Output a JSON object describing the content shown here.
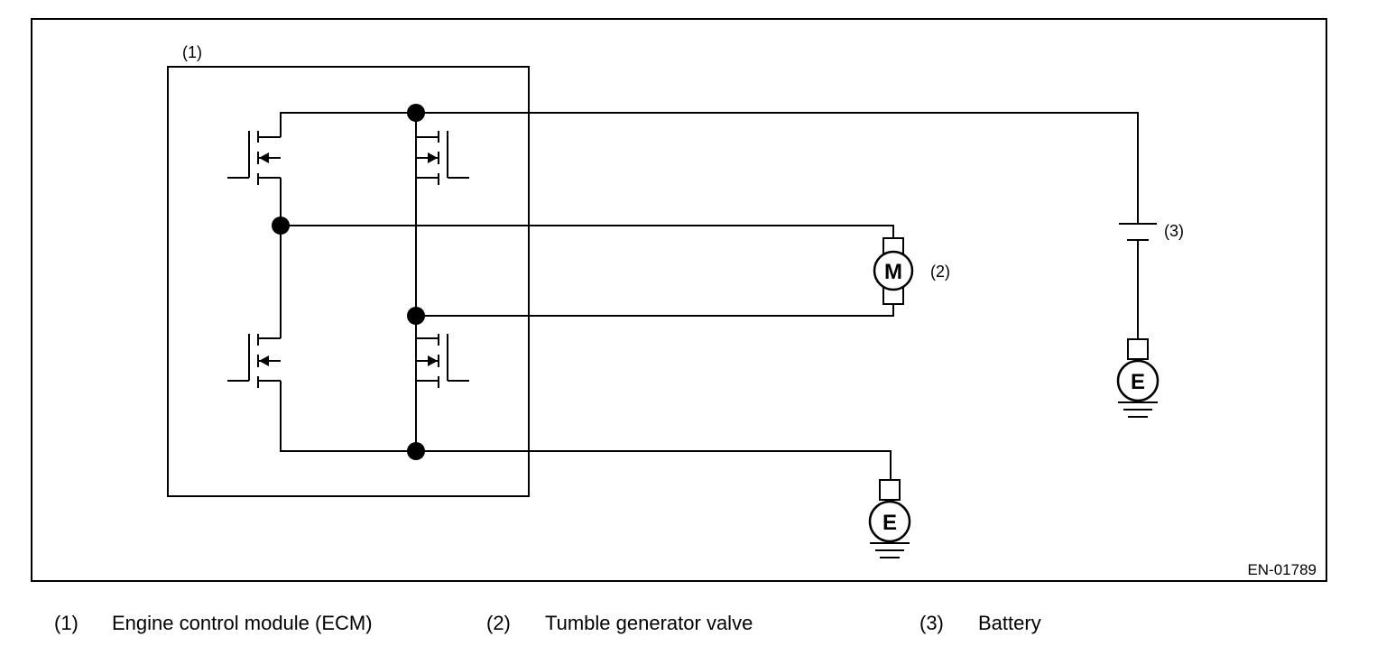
{
  "diagram": {
    "labels": {
      "ecm": "(1)",
      "motor": "(2)",
      "battery": "(3)"
    },
    "symbols": {
      "motor": "M",
      "ground": "E"
    },
    "figure_id": "EN-01789"
  },
  "legend": [
    {
      "num": "(1)",
      "text": "Engine control module (ECM)"
    },
    {
      "num": "(2)",
      "text": "Tumble generator valve"
    },
    {
      "num": "(3)",
      "text": "Battery"
    }
  ]
}
